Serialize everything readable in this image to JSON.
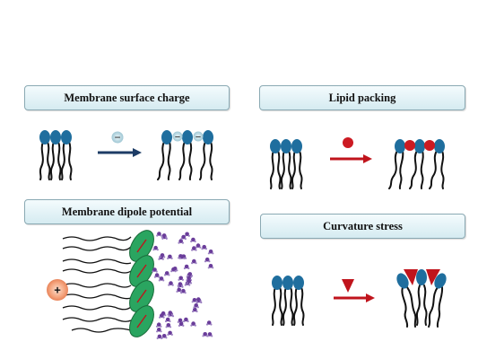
{
  "panels": {
    "surface_charge": {
      "title": "Membrane surface charge",
      "charge_symbol": "−"
    },
    "lipid_packing": {
      "title": "Lipid packing"
    },
    "dipole_potential": {
      "title": "Membrane dipole potential",
      "charge_symbol": "+"
    },
    "curvature_stress": {
      "title": "Curvature stress"
    }
  },
  "colors": {
    "lipid_head": "#1f6e9e",
    "tail": "#111111",
    "arrow_blue": "#1d3c66",
    "arrow_red": "#c0141c",
    "molecule_red": "#cc1a22",
    "dipole_green": "#2aa560",
    "label_border": "#8aa9b3",
    "water_purple": "#6a3d9a"
  }
}
